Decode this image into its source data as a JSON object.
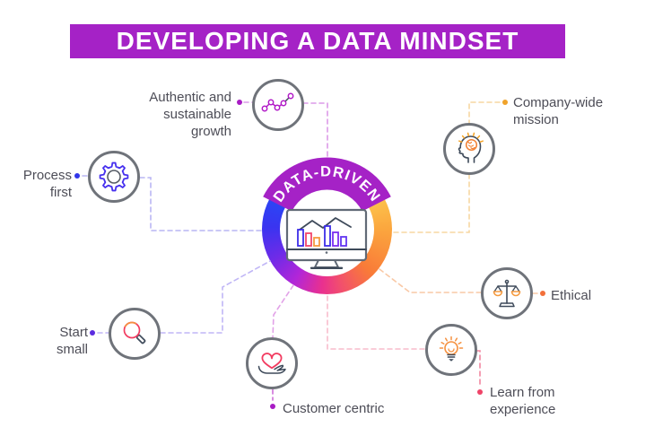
{
  "title": "DEVELOPING A DATA MINDSET",
  "center": {
    "badge": "DATA-DRIVEN",
    "icon": "monitor-chart-icon"
  },
  "nodes": [
    {
      "id": "authentic-growth",
      "label": "Authentic and sustainable growth",
      "icon": "line-chart-icon",
      "accent": "#a81cc4"
    },
    {
      "id": "company-mission",
      "label": "Company-wide mission",
      "icon": "head-brain-icon",
      "accent": "#f0a32a"
    },
    {
      "id": "process-first",
      "label": "Process first",
      "icon": "gear-icon",
      "accent": "#3136ea"
    },
    {
      "id": "start-small",
      "label": "Start small",
      "icon": "magnifier-icon",
      "accent": "#5b2be0"
    },
    {
      "id": "customer-centric",
      "label": "Customer centric",
      "icon": "heart-hand-icon",
      "accent": "#a81cc4"
    },
    {
      "id": "ethical",
      "label": "Ethical",
      "icon": "scales-icon",
      "accent": "#f2703a"
    },
    {
      "id": "learn-experience",
      "label": "Learn from experience",
      "icon": "lightbulb-icon",
      "accent": "#ef4468"
    }
  ],
  "colors": {
    "banner": "#a522c6",
    "ring_blue": "#2b46f5",
    "ring_yellow": "#fdc74e",
    "ring_pink": "#e9308f",
    "label_text": "#4d4d57",
    "circle_stroke": "#6f737a"
  }
}
